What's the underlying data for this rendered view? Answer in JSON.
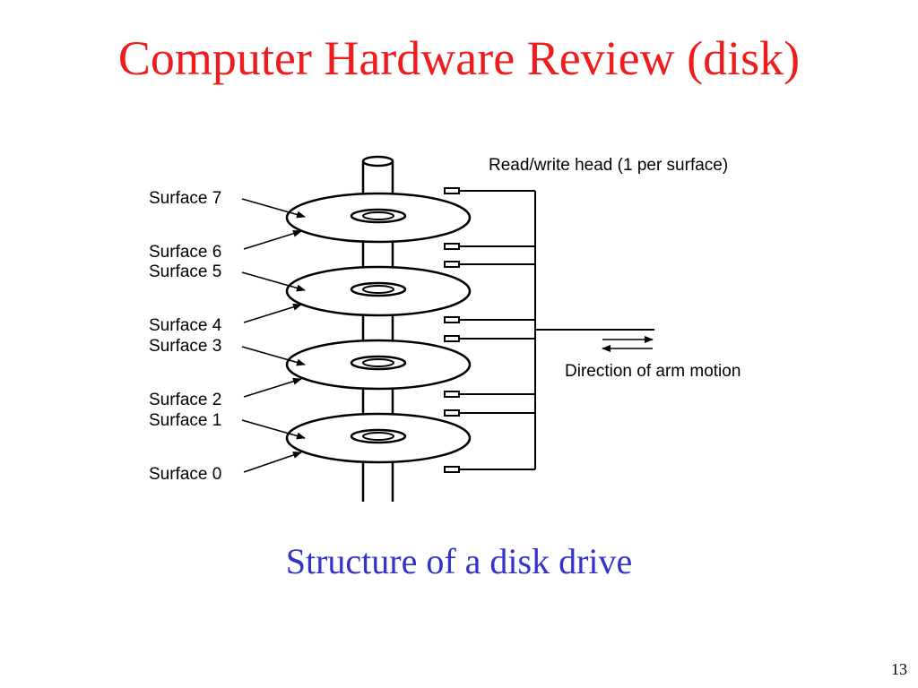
{
  "slide": {
    "title": "Computer Hardware Review (disk)",
    "caption": "Structure of a disk drive",
    "page_number": "13",
    "title_color": "#ee1c1c",
    "caption_color": "#3333cc"
  },
  "diagram": {
    "surfaces": [
      "Surface 7",
      "Surface 6",
      "Surface 5",
      "Surface 4",
      "Surface 3",
      "Surface 2",
      "Surface 1",
      "Surface 0"
    ],
    "head_label": "Read/write head (1 per surface)",
    "arm_motion_label": "Direction of arm motion"
  }
}
